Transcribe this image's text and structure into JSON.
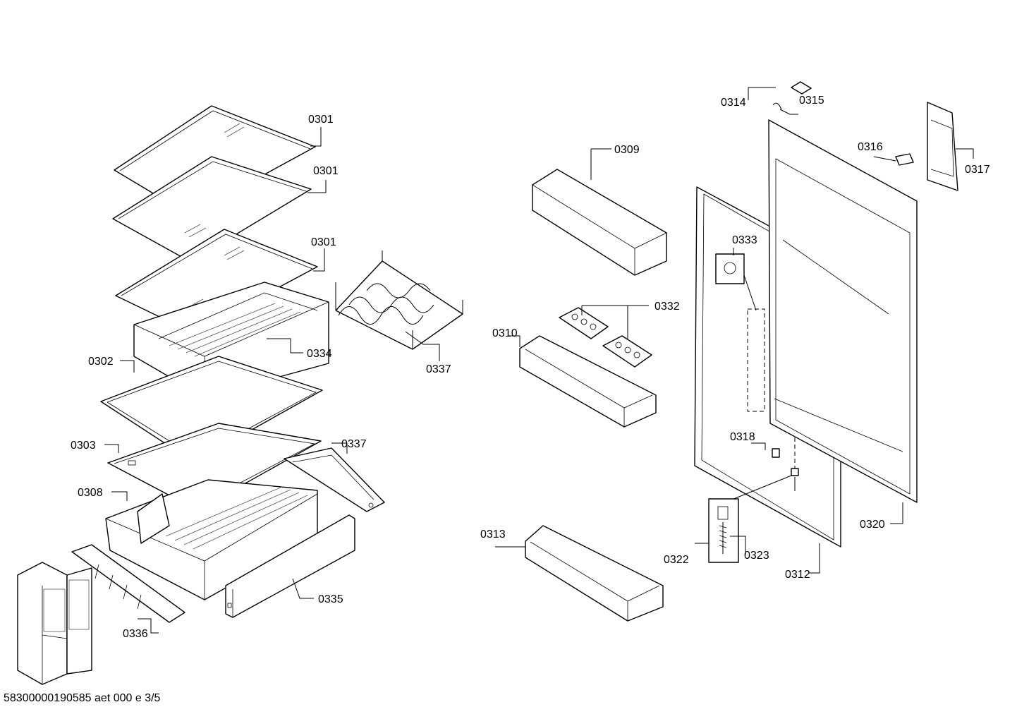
{
  "labels": {
    "p0301_a": "0301",
    "p0301_b": "0301",
    "p0301_c": "0301",
    "p0302": "0302",
    "p0303": "0303",
    "p0308": "0308",
    "p0309": "0309",
    "p0310": "0310",
    "p0312": "0312",
    "p0313": "0313",
    "p0314": "0314",
    "p0315": "0315",
    "p0316": "0316",
    "p0317": "0317",
    "p0318": "0318",
    "p0320": "0320",
    "p0322": "0322",
    "p0323": "0323",
    "p0332": "0332",
    "p0333": "0333",
    "p0334": "0334",
    "p0335": "0335",
    "p0336": "0336",
    "p0337_a": "0337",
    "p0337_b": "0337"
  },
  "footer": "58300000190585 aet 000 e 3/5"
}
